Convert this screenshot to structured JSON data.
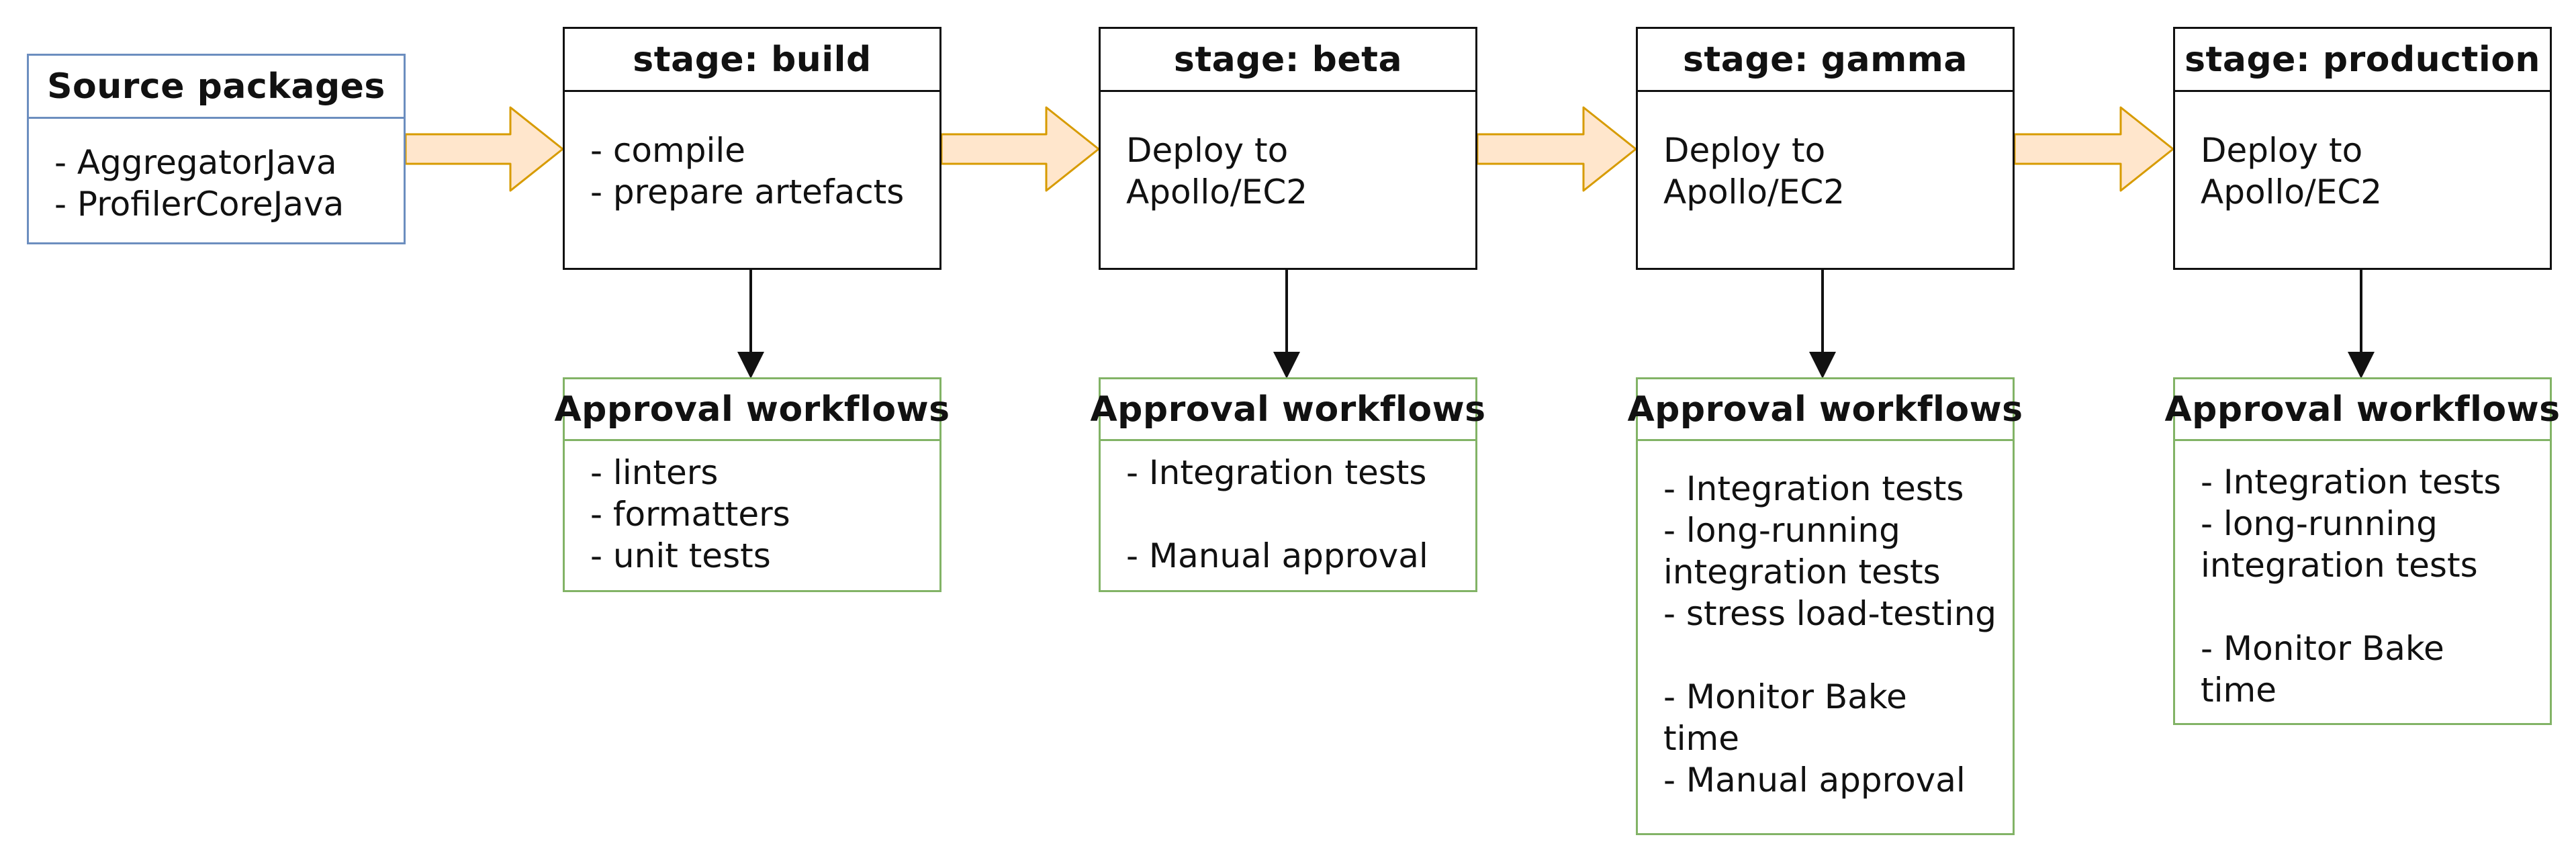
{
  "diagram": {
    "source": {
      "title": "Source packages",
      "lines": [
        "- AggregatorJava",
        "- ProfilerCoreJava"
      ]
    },
    "stages": [
      {
        "title": "stage: build",
        "lines": [
          "- compile",
          "- prepare artefacts"
        ]
      },
      {
        "title": "stage: beta",
        "lines": [
          "Deploy to",
          "Apollo/EC2"
        ]
      },
      {
        "title": "stage: gamma",
        "lines": [
          "Deploy to",
          "Apollo/EC2"
        ]
      },
      {
        "title": "stage: production",
        "lines": [
          "Deploy to",
          "Apollo/EC2"
        ]
      }
    ],
    "approvals": [
      {
        "title": "Approval workflows",
        "lines": [
          "- linters",
          "- formatters",
          "- unit tests"
        ]
      },
      {
        "title": "Approval workflows",
        "lines": [
          "- Integration tests",
          "",
          "- Manual approval"
        ]
      },
      {
        "title": "Approval workflows",
        "lines": [
          "- Integration tests",
          "- long-running",
          "integration tests",
          "- stress load-testing",
          "",
          "- Monitor Bake",
          "time",
          "- Manual approval"
        ]
      },
      {
        "title": "Approval workflows",
        "lines": [
          "- Integration tests",
          "- long-running",
          "integration tests",
          "",
          "- Monitor Bake",
          "time"
        ]
      }
    ],
    "colors": {
      "source_border": "#6c8ebf",
      "stage_border": "#111111",
      "approval_border": "#82b366",
      "arrow_fill": "#ffe6cc",
      "arrow_border": "#d79b00",
      "connector": "#111111"
    }
  }
}
